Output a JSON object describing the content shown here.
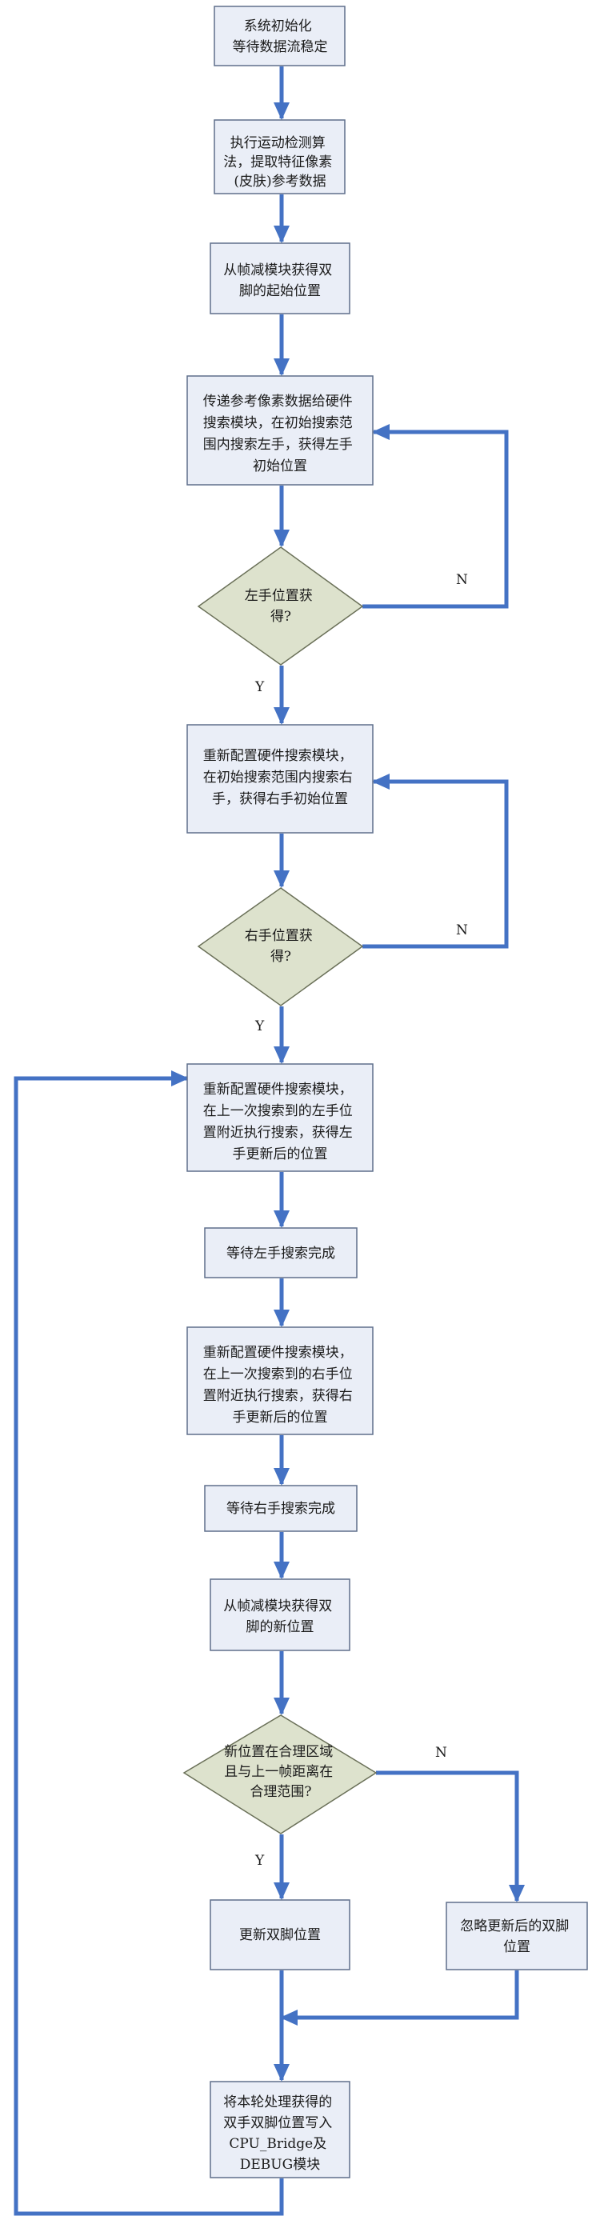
{
  "nodes": [
    {
      "id": "init",
      "kind": "process",
      "lines": [
        "系统初始化",
        "等待数据流稳定"
      ]
    },
    {
      "id": "motion",
      "kind": "process",
      "lines": [
        "执行运动检测算",
        "法，提取特征像素",
        "(皮肤)参考数据"
      ]
    },
    {
      "id": "feet_start",
      "kind": "process",
      "lines": [
        "从帧减模块获得双",
        "脚的起始位置"
      ]
    },
    {
      "id": "left_init",
      "kind": "process",
      "lines": [
        "传递参考像素数据给硬件",
        "搜索模块，在初始搜索范",
        "围内搜索左手，获得左手",
        "初始位置"
      ]
    },
    {
      "id": "left_ok",
      "kind": "decision",
      "lines": [
        "左手位置获",
        "得?"
      ]
    },
    {
      "id": "right_init",
      "kind": "process",
      "lines": [
        "重新配置硬件搜索模块，",
        "在初始搜索范围内搜索右",
        "手，获得右手初始位置"
      ]
    },
    {
      "id": "right_ok",
      "kind": "decision",
      "lines": [
        "右手位置获",
        "得?"
      ]
    },
    {
      "id": "left_update",
      "kind": "process",
      "lines": [
        "重新配置硬件搜索模块，",
        "在上一次搜索到的左手位",
        "置附近执行搜索，获得左",
        "手更新后的位置"
      ]
    },
    {
      "id": "wait_left",
      "kind": "process",
      "lines": [
        "等待左手搜索完成"
      ]
    },
    {
      "id": "right_update",
      "kind": "process",
      "lines": [
        "重新配置硬件搜索模块，",
        "在上一次搜索到的右手位",
        "置附近执行搜索，获得右",
        "手更新后的位置"
      ]
    },
    {
      "id": "wait_right",
      "kind": "process",
      "lines": [
        "等待右手搜索完成"
      ]
    },
    {
      "id": "feet_new",
      "kind": "process",
      "lines": [
        "从帧减模块获得双",
        "脚的新位置"
      ]
    },
    {
      "id": "feet_check",
      "kind": "decision",
      "lines": [
        "新位置在合理区域",
        "且与上一帧距离在",
        "合理范围?"
      ]
    },
    {
      "id": "feet_update",
      "kind": "process",
      "lines": [
        "更新双脚位置"
      ]
    },
    {
      "id": "feet_ignore",
      "kind": "process",
      "lines": [
        "忽略更新后的双脚",
        "位置"
      ]
    },
    {
      "id": "write_out",
      "kind": "process",
      "lines": [
        "将本轮处理获得的",
        "双手双脚位置写入",
        "CPU_Bridge及",
        "DEBUG模块"
      ]
    }
  ],
  "edges": [
    {
      "from": "init",
      "to": "motion",
      "label": ""
    },
    {
      "from": "motion",
      "to": "feet_start",
      "label": ""
    },
    {
      "from": "feet_start",
      "to": "left_init",
      "label": ""
    },
    {
      "from": "left_init",
      "to": "left_ok",
      "label": ""
    },
    {
      "from": "left_ok",
      "to": "left_init",
      "label": "N"
    },
    {
      "from": "left_ok",
      "to": "right_init",
      "label": "Y"
    },
    {
      "from": "right_init",
      "to": "right_ok",
      "label": ""
    },
    {
      "from": "right_ok",
      "to": "right_init",
      "label": "N"
    },
    {
      "from": "right_ok",
      "to": "left_update",
      "label": "Y"
    },
    {
      "from": "left_update",
      "to": "wait_left",
      "label": ""
    },
    {
      "from": "wait_left",
      "to": "right_update",
      "label": ""
    },
    {
      "from": "right_update",
      "to": "wait_right",
      "label": ""
    },
    {
      "from": "wait_right",
      "to": "feet_new",
      "label": ""
    },
    {
      "from": "feet_new",
      "to": "feet_check",
      "label": ""
    },
    {
      "from": "feet_check",
      "to": "feet_update",
      "label": "Y"
    },
    {
      "from": "feet_check",
      "to": "feet_ignore",
      "label": "N"
    },
    {
      "from": "feet_update",
      "to": "write_out",
      "label": ""
    },
    {
      "from": "feet_ignore",
      "to": "write_out",
      "label": ""
    },
    {
      "from": "write_out",
      "to": "left_update",
      "label": ""
    }
  ],
  "colors": {
    "process_fill": "#eaeef7",
    "process_border": "#5f6f8b",
    "decision_fill": "#dde2cd",
    "decision_border": "#6a7058",
    "connector": "#4472c4",
    "text": "#1a1a1a"
  }
}
